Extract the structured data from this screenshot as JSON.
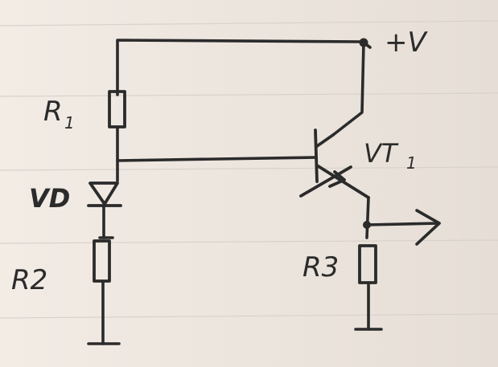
{
  "labels": {
    "supply": "+V",
    "r1": "R",
    "r1_sub": "1",
    "vd": "VD",
    "r2": "R2",
    "vt": "VT",
    "vt_sub": "1",
    "r3": "R3"
  },
  "colors": {
    "paper": "#efe7df",
    "ink": "#2b2b2b",
    "ruled_line": "#d8d2cc"
  }
}
